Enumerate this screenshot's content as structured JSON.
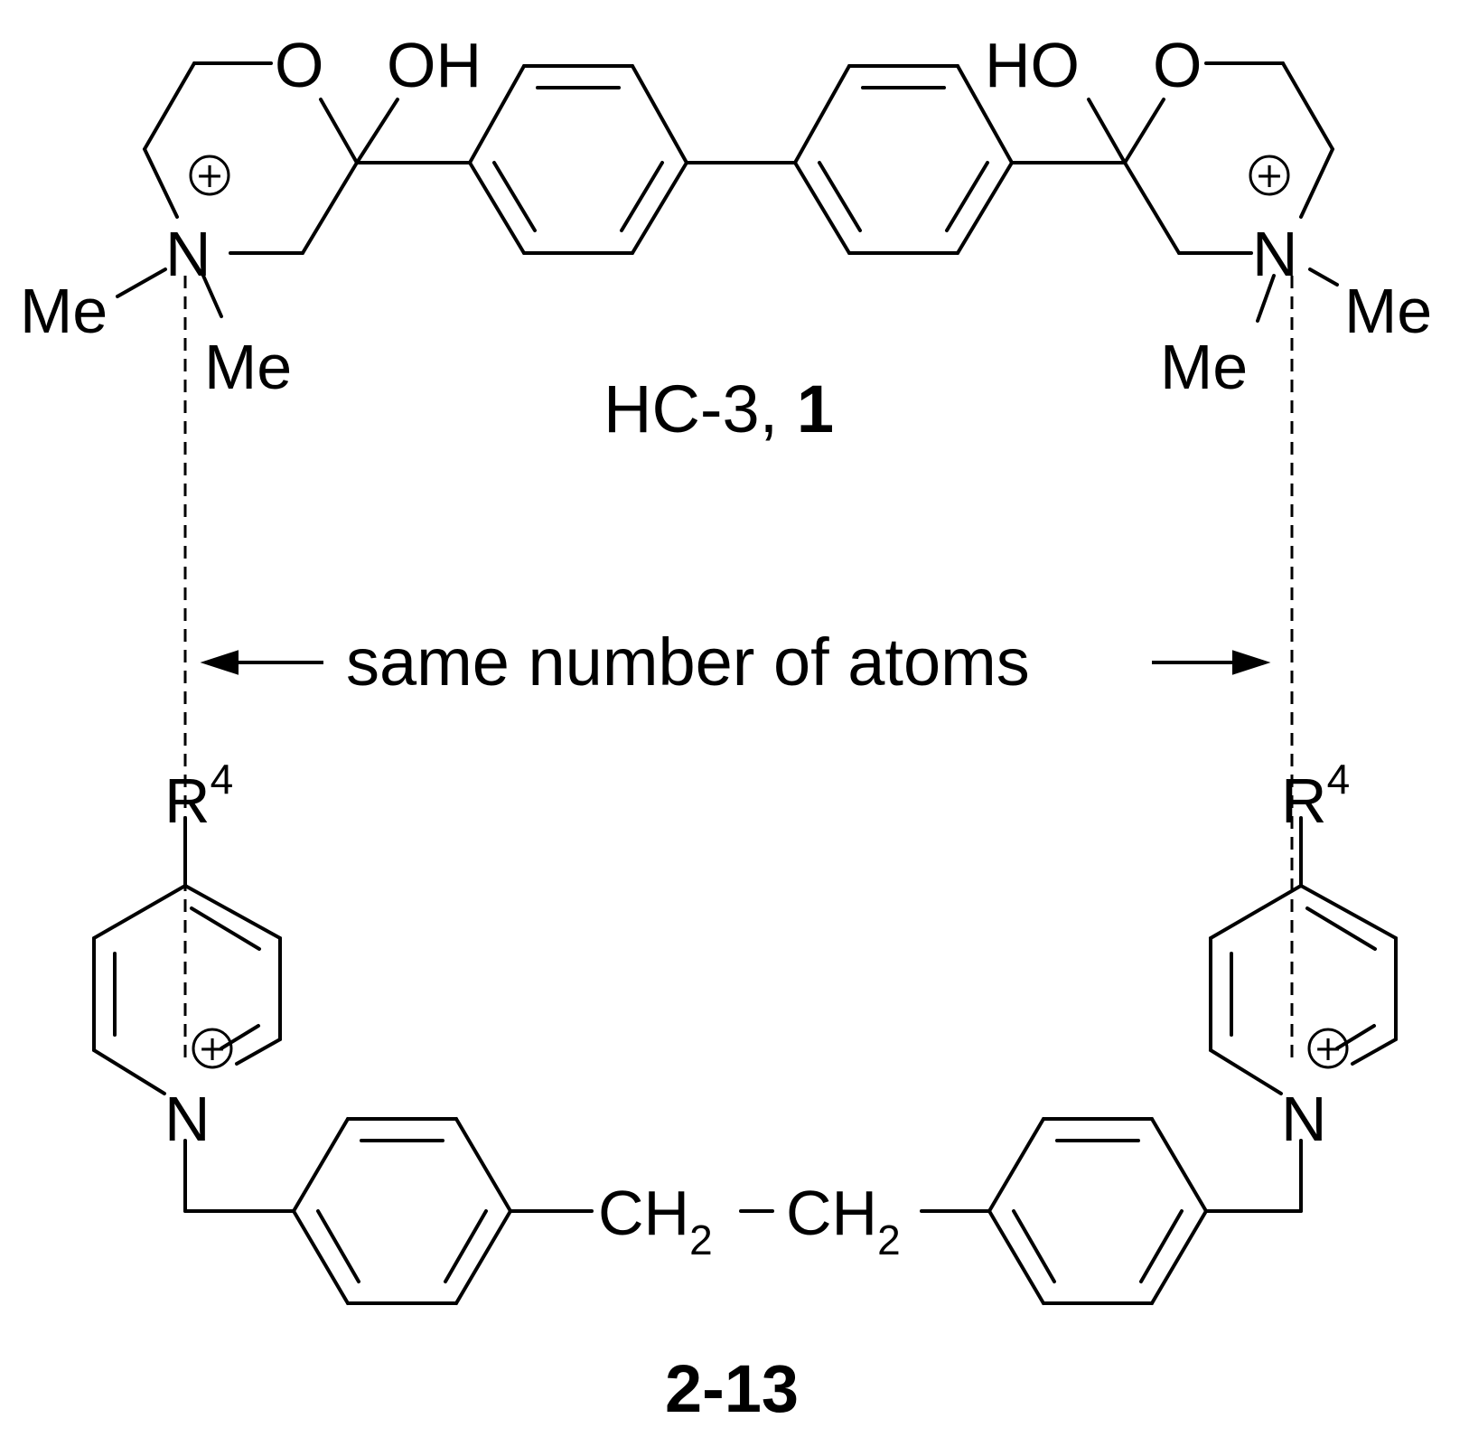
{
  "labels": {
    "oxygen": "O",
    "nitrogen": "N",
    "hydroxyl_left": "OH",
    "hydroxyl_right": "HO",
    "methyl": "Me",
    "r_group": "R",
    "r_superscript": "4",
    "plus": "+",
    "ch2_main": "CH",
    "ch2_subscript": "2"
  },
  "captions": {
    "top_compound": "HC-3, ",
    "top_compound_number": "1",
    "middle_note": "same number of atoms",
    "bottom_compound": "2-13"
  },
  "colors": {
    "ink": "#000000",
    "background": "#ffffff"
  }
}
